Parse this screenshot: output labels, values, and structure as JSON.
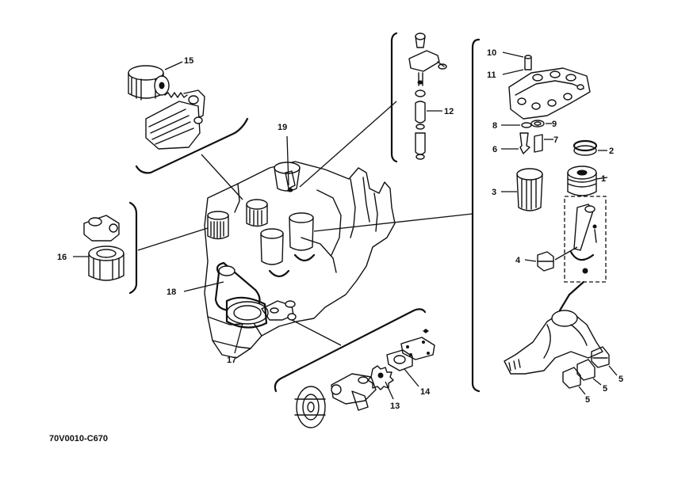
{
  "figure_code": "70V0010-C670",
  "callouts": {
    "c1": "1",
    "c2": "2",
    "c3": "3",
    "c4": "4",
    "c5a": "5",
    "c5b": "5",
    "c5c": "5",
    "c6": "6",
    "c7": "7",
    "c8": "8",
    "c9": "9",
    "c10": "10",
    "c11": "11",
    "c12": "12",
    "c13": "13",
    "c14": "14",
    "c15": "15",
    "c16": "16",
    "c17": "17",
    "c18": "18",
    "c19": "19"
  },
  "colors": {
    "ink": "#111111",
    "paper": "#ffffff"
  }
}
